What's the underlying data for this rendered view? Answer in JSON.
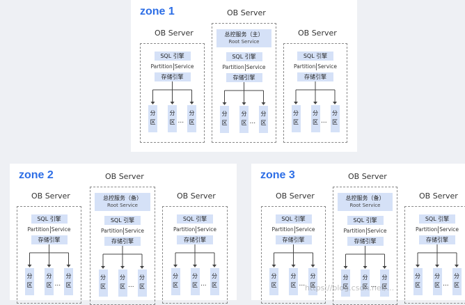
{
  "watermark": "https://blog.csdn.net/...",
  "labels": {
    "ob_server": "OB Server",
    "sql_engine": "SQL 引擎",
    "partition": "Partition",
    "service": "Service",
    "storage_engine": "存储引擎",
    "partition_char_1": "分",
    "partition_char_2": "区",
    "ellipsis": "..."
  },
  "zones": [
    {
      "title": "zone 1",
      "root_label": "总控服务（主）",
      "root_sub": "Root Service"
    },
    {
      "title": "zone 2",
      "root_label": "总控服务（备）",
      "root_sub": "Root Service"
    },
    {
      "title": "zone 3",
      "root_label": "总控服务（备）",
      "root_sub": "Root Service"
    }
  ],
  "colors": {
    "zone_title": "#2d6ee6",
    "fill": "#d5e1f7",
    "background": "#eef0f4"
  }
}
